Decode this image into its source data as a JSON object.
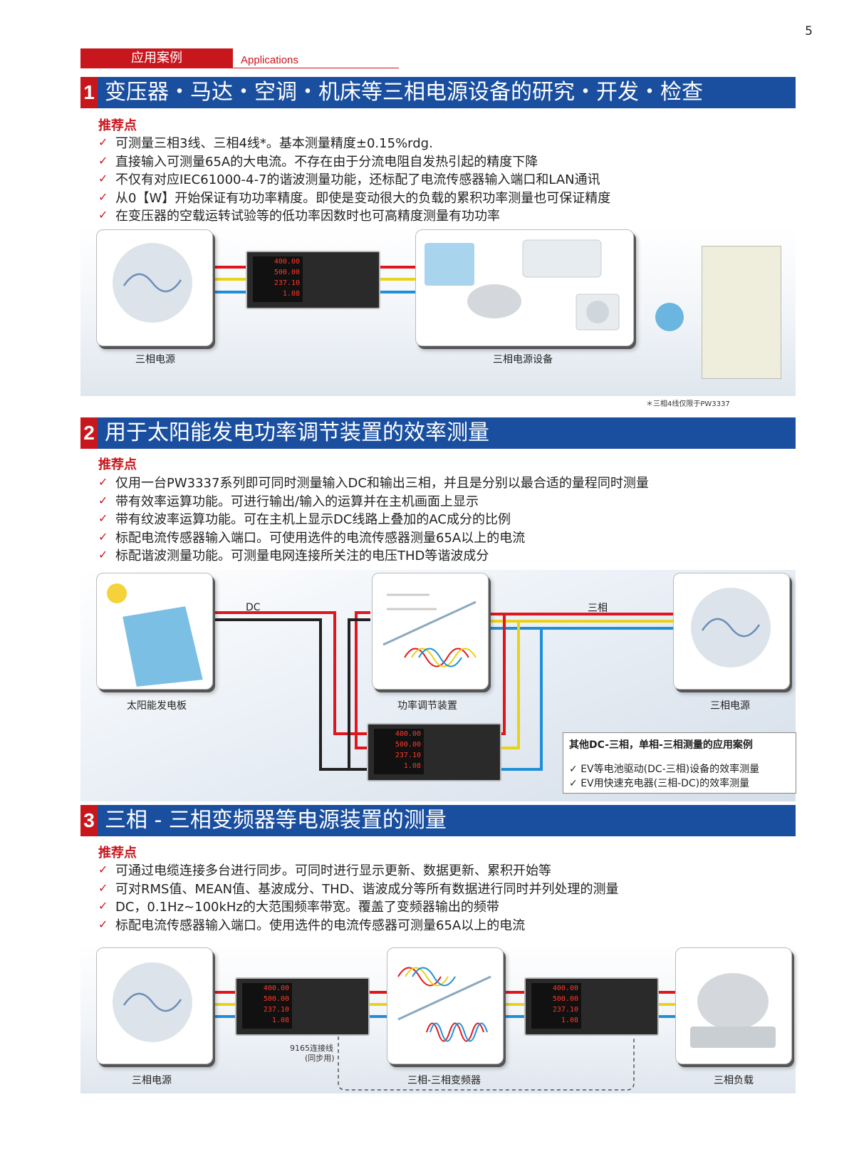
{
  "page_number": "5",
  "header": {
    "tag_cn": "应用案例",
    "tag_en": "Applications"
  },
  "recommend_label": "推荐点",
  "sections": [
    {
      "num": "1",
      "title": "变压器・马达・空调・机床等三相电源设备的研究・开发・检查",
      "points": [
        "可测量三相3线、三相4线*。基本测量精度±0.15%rdg.",
        "直接输入可测量65A的大电流。不存在由于分流电阻自发热引起的精度下降",
        "不仅有对应IEC61000-4-7的谐波测量功能，还标配了电流传感器输入端口和LAN通讯",
        "从0【W】开始保证有功功率精度。即使是变动很大的负载的累积功率测量也可保证精度",
        "在变压器的空载运转试验等的低功率因数时也可高精度测量有功功率"
      ],
      "captions": {
        "source": "三相电源",
        "equipment": "三相电源设备"
      },
      "footnote": "＊三相4线仅限于PW3337"
    },
    {
      "num": "2",
      "title": "用于太阳能发电功率调节装置的效率测量",
      "points": [
        "仅用一台PW3337系列即可同时测量输入DC和输出三相，并且是分别以最合适的量程同时测量",
        "带有效率运算功能。可进行输出/输入的运算并在主机画面上显示",
        "带有纹波率运算功能。可在主机上显示DC线路上叠加的AC成分的比例",
        "标配电流传感器输入端口。可使用选件的电流传感器测量65A以上的电流",
        "标配谐波测量功能。可测量电网连接所关注的电压THD等谐波成分"
      ],
      "captions": {
        "solar": "太阳能发电板",
        "pcs": "功率调节装置",
        "source": "三相电源",
        "dc": "DC",
        "three_phase": "三相"
      },
      "info_box": {
        "title": "其他DC-三相，单相-三相测量的应用案例",
        "items": [
          "EV等电池驱动(DC-三相)设备的效率测量",
          "EV用快速充电器(三相-DC)的效率测量"
        ]
      }
    },
    {
      "num": "3",
      "title": "三相 - 三相变频器等电源装置的测量",
      "points": [
        "可通过电缆连接多台进行同步。可同时进行显示更新、数据更新、累积开始等",
        "可对RMS值、MEAN值、基波成分、THD、谐波成分等所有数据进行同时并列处理的测量",
        "DC，0.1Hz~100kHz的大范围频率带宽。覆盖了变频器输出的频带",
        "标配电流传感器输入端口。使用选件的电流传感器可测量65A以上的电流"
      ],
      "captions": {
        "source": "三相电源",
        "inverter": "三相-三相变频器",
        "load": "三相负载",
        "cable_1": "9165连接线",
        "cable_2": "(同步用)"
      }
    }
  ],
  "meter_readings": [
    "400.00",
    "500.00",
    "237.10",
    "1.08"
  ],
  "colors": {
    "red": "#e0161c",
    "yellow": "#e8d21a",
    "blue": "#1e8fd8",
    "black": "#222222",
    "header_blue": "#1a4fa0",
    "accent_red": "#c8161d"
  }
}
